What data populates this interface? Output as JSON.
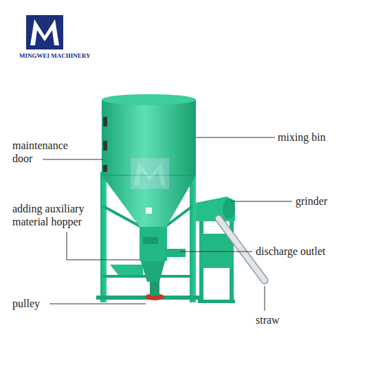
{
  "diagram": {
    "labels": [
      "MINGWEI MACHINERY",
      "maintenance door",
      "mixing bin",
      "grinder",
      "adding auxiliary material hopper",
      "discharge outlet",
      "pulley",
      "straw"
    ]
  }
}
